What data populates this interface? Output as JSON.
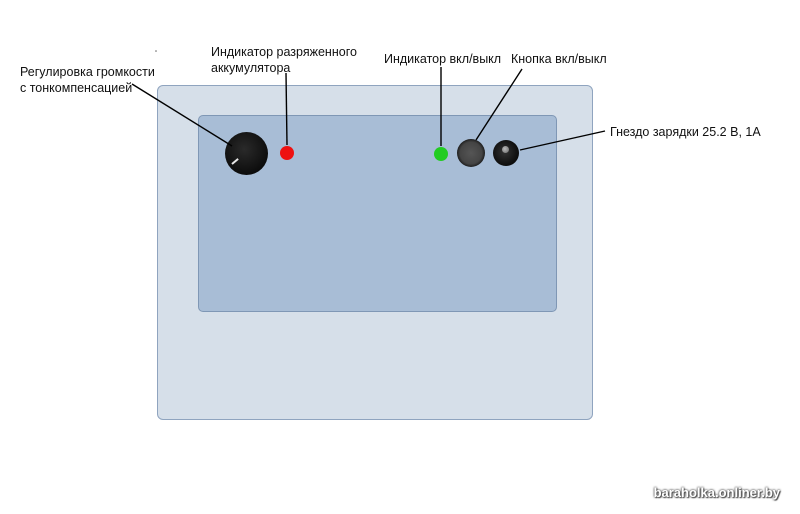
{
  "labels": {
    "volume_line1": "Регулировка громкости",
    "volume_line2": "с тонкомпенсацией",
    "battery_line1": "Индикатор разряженного",
    "battery_line2": "аккумулятора",
    "power_indicator": "Индикатор вкл/выкл",
    "power_button": "Кнопка вкл/выкл",
    "charging_jack": "Гнездо зарядки 25.2 В, 1А"
  },
  "colors": {
    "case": "#d6dfe9",
    "panel": "#a8bdd6",
    "low_battery_led": "#ee1111",
    "power_led": "#22cc22"
  },
  "watermark": "baraholka.onliner.by"
}
